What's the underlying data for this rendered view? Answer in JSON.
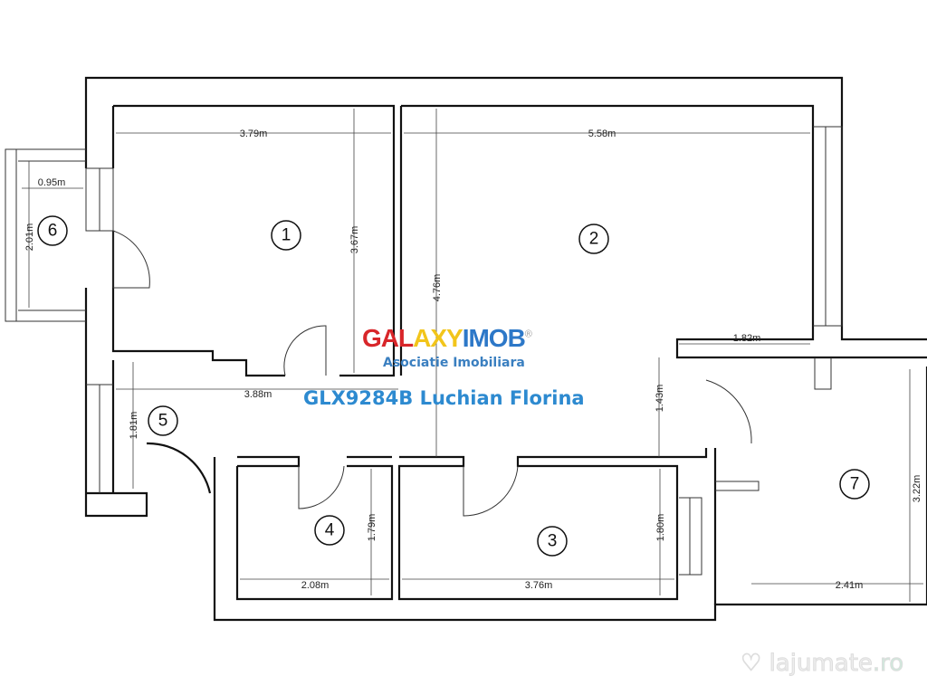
{
  "plan": {
    "rooms": [
      {
        "number": "1"
      },
      {
        "number": "2"
      },
      {
        "number": "3"
      },
      {
        "number": "4"
      },
      {
        "number": "5"
      },
      {
        "number": "6"
      },
      {
        "number": "7"
      }
    ],
    "dimensions": {
      "room1_width": "3.79m",
      "room1_depth": "3.67m",
      "room2_width": "5.58m",
      "room2_depth": "4.76m",
      "room2_nook": "1.82m",
      "hall_width": "3.88m",
      "hall_depth": "1.43m",
      "room5_depth": "1.81m",
      "room6_width": "0.95m",
      "room6_depth": "2.01m",
      "room4_width": "2.08m",
      "room4_depth": "1.79m",
      "room3_width": "3.76m",
      "room3_depth": "1.80m",
      "room7_width": "2.41m",
      "room7_depth": "3.22m"
    }
  },
  "branding": {
    "logo_part1": "GAL",
    "logo_part2": "AXY",
    "logo_part3": "IMOB",
    "logo_reg": "®",
    "logo_tagline": "Asociatie Imobiliara",
    "listing_ref": "GLX9284B Luchian Florina",
    "colors": {
      "red": "#d8262a",
      "yellow": "#f2c51b",
      "blue": "#2d78c8"
    }
  },
  "watermark": {
    "text": "lajumate",
    "tld": ".ro"
  }
}
